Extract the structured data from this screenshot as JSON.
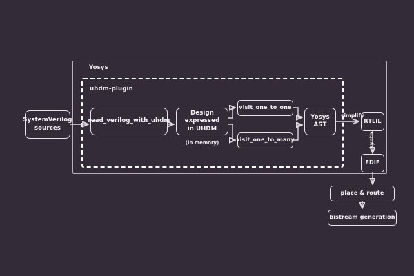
{
  "diagram": {
    "background_color": "#332b38",
    "line_color": "#ded9e3",
    "text_color": "#f5f2f8",
    "groups": [
      {
        "id": "yosys",
        "label": "Yosys",
        "style": "solid"
      },
      {
        "id": "uhdm_plugin",
        "label": "uhdm-plugin",
        "style": "dashed"
      }
    ],
    "nodes": [
      {
        "id": "sv_sources",
        "line1": "SystemVerilog",
        "line2": "sources"
      },
      {
        "id": "read_verilog",
        "line1": "read_verilog_with_uhdm",
        "line2": ""
      },
      {
        "id": "design_uhdm",
        "line1": "Design expressed",
        "line2": "in UHDM"
      },
      {
        "id": "visit_one",
        "line1": "visit_one_to_one",
        "line2": ""
      },
      {
        "id": "visit_many",
        "line1": "visit_one_to_many",
        "line2": ""
      },
      {
        "id": "yosys_ast",
        "line1": "Yosys AST",
        "line2": ""
      },
      {
        "id": "rtlil",
        "line1": "RTLIL",
        "line2": ""
      },
      {
        "id": "edif",
        "line1": "EDIF",
        "line2": ""
      },
      {
        "id": "place_route",
        "line1": "place & route",
        "line2": ""
      },
      {
        "id": "bitstream",
        "line1": "bistream generation",
        "line2": ""
      }
    ],
    "captions": [
      {
        "id": "in_memory",
        "text": "(in memory)"
      }
    ],
    "edge_labels": [
      {
        "id": "simplify",
        "text": "simplify",
        "orientation": "horizontal"
      },
      {
        "id": "synth",
        "text": "synth",
        "orientation": "vertical"
      }
    ]
  }
}
